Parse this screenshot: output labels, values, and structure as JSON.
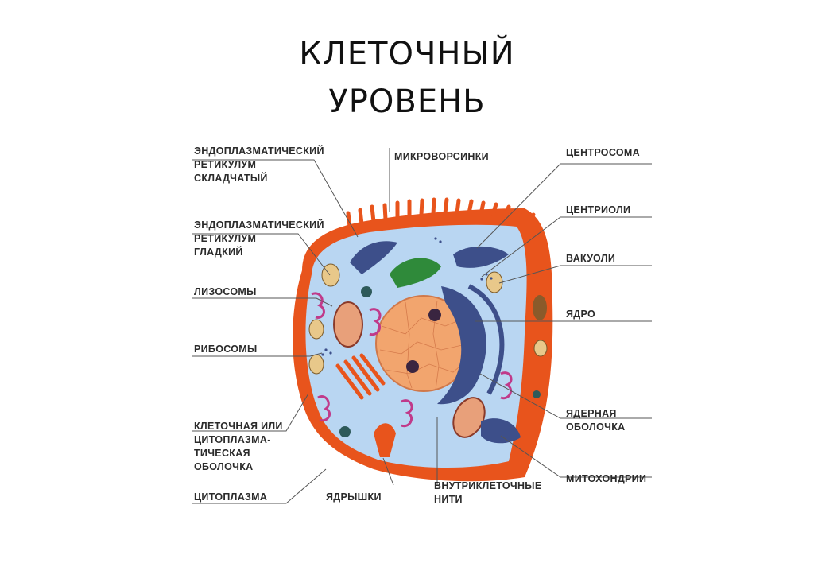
{
  "title": {
    "line1": "КЛЕТОЧНЫЙ",
    "line2": "УРОВЕНЬ"
  },
  "labels": {
    "er_rough": "ЭНДОПЛАЗМАТИЧЕСКИЙ\nРЕТИКУЛУМ\nСКЛАДЧАТЫЙ",
    "er_smooth": "ЭНДОПЛАЗМАТИЧЕСКИЙ\nРЕТИКУЛУМ\nГЛАДКИЙ",
    "lysosomes": "ЛИЗОСОМЫ",
    "ribosomes": "РИБОСОМЫ",
    "membrane": "КЛЕТОЧНАЯ ИЛИ\nЦИТОПЛАЗМА-\nТИЧЕСКАЯ\nОБОЛОЧКА",
    "cytoplasm": "ЦИТОПЛАЗМА",
    "nucleoli": "ЯДРЫШКИ",
    "filaments": "ВНУТРИКЛЕТОЧНЫЕ\nНИТИ",
    "microvilli": "МИКРОВОРСИНКИ",
    "centrosome": "ЦЕНТРОСОМА",
    "centrioles": "ЦЕНТРИОЛИ",
    "vacuoles": "ВАКУОЛИ",
    "nucleus": "ЯДРО",
    "nuclear_envelope": "ЯДЕРНАЯ\nОБОЛОЧКА",
    "mitochondria": "МИТОХОНДРИИ"
  },
  "colors": {
    "membrane": "#e8541c",
    "cytoplasm": "#b9d6f2",
    "nucleus": "#f2a56e",
    "er": "#3d4f8a",
    "golgi": "#2f8a3a",
    "lysosome_fill": "#e8c88a",
    "leader_line": "#555555"
  }
}
